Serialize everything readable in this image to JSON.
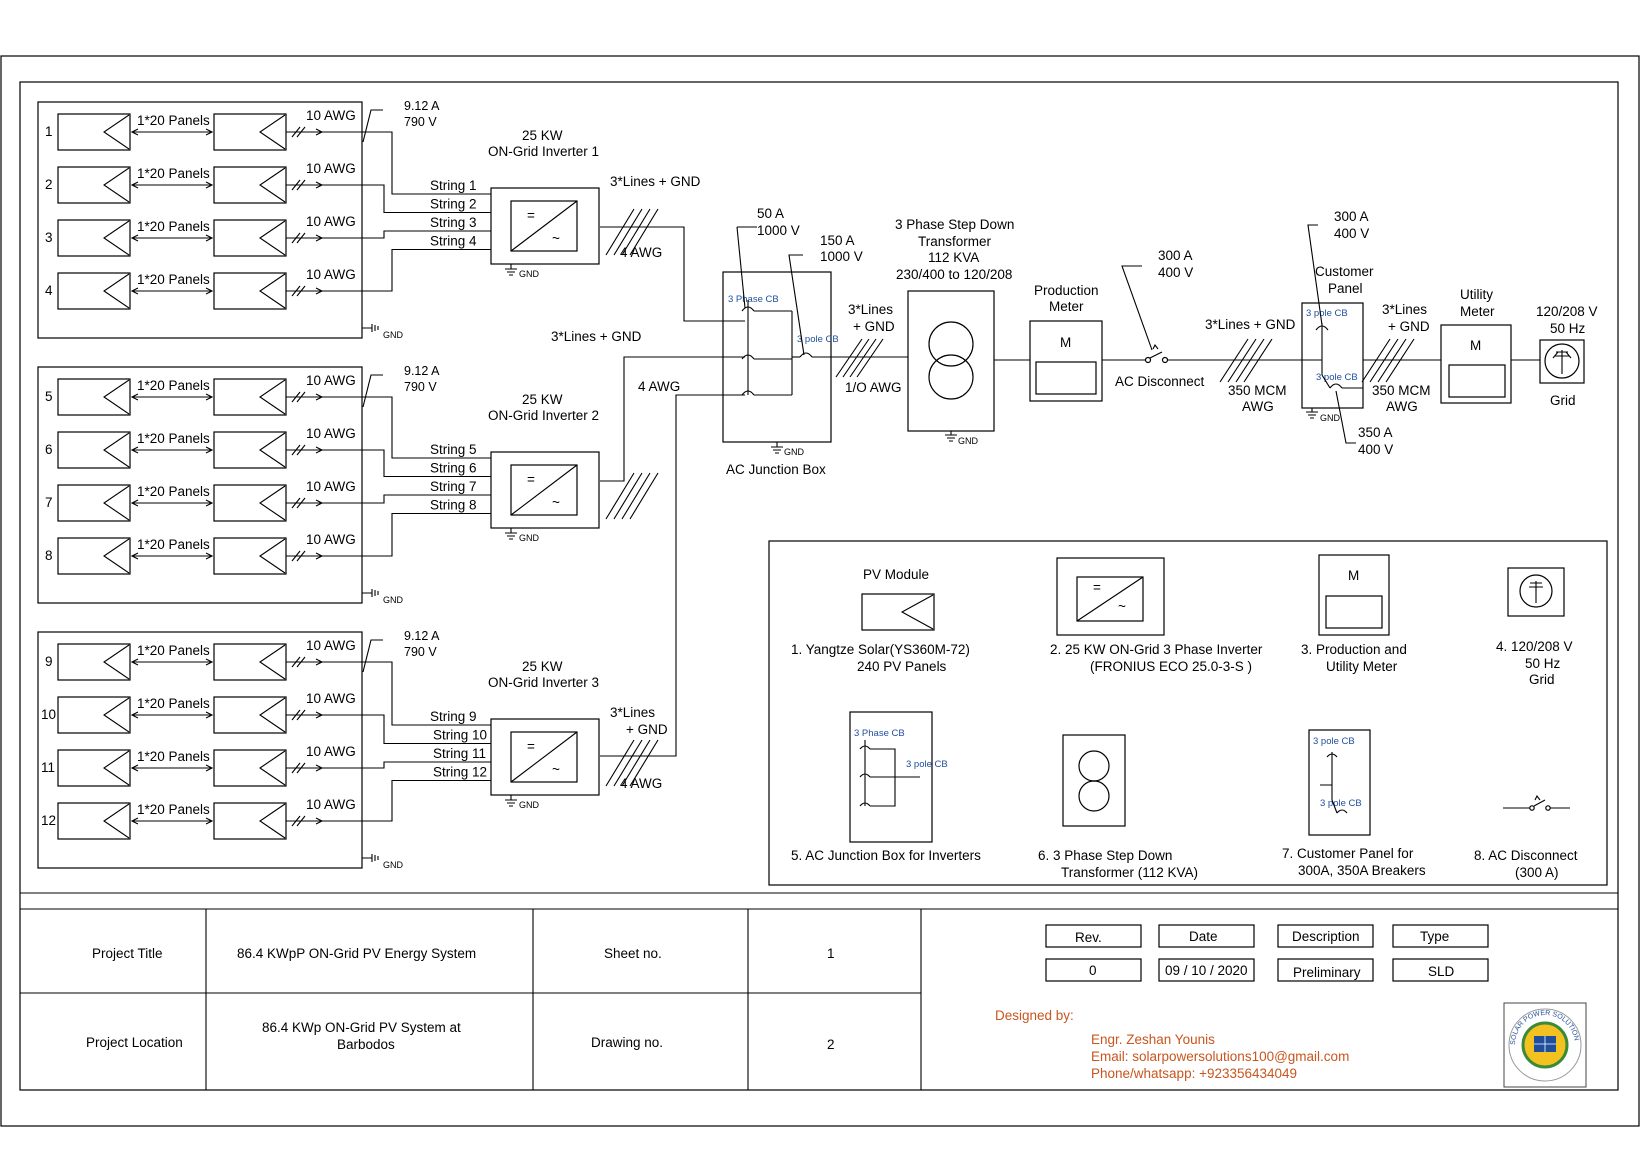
{
  "arrays": [
    {
      "strings": [
        {
          "num": "1",
          "panels": "1*20 Panels",
          "awg": "10 AWG",
          "label": "String 1"
        },
        {
          "num": "2",
          "panels": "1*20 Panels",
          "awg": "10 AWG",
          "label": "String 2"
        },
        {
          "num": "3",
          "panels": "1*20 Panels",
          "awg": "10 AWG",
          "label": "String 3"
        },
        {
          "num": "4",
          "panels": "1*20 Panels",
          "awg": "10 AWG",
          "label": "String 4"
        }
      ],
      "current": "9.12 A",
      "voltage": "790 V",
      "inverter_kw": "25 KW",
      "inverter_name": "ON-Grid Inverter 1",
      "out_lines": "3*Lines + GND",
      "out_lines_2": "",
      "out_awg": "4 AWG"
    },
    {
      "strings": [
        {
          "num": "5",
          "panels": "1*20 Panels",
          "awg": "10 AWG",
          "label": "String 5"
        },
        {
          "num": "6",
          "panels": "1*20 Panels",
          "awg": "10 AWG",
          "label": "String 6"
        },
        {
          "num": "7",
          "panels": "1*20 Panels",
          "awg": "10 AWG",
          "label": "String 7"
        },
        {
          "num": "8",
          "panels": "1*20 Panels",
          "awg": "10 AWG",
          "label": "String 8"
        }
      ],
      "current": "9.12 A",
      "voltage": "790 V",
      "inverter_kw": "25 KW",
      "inverter_name": "ON-Grid Inverter 2",
      "out_lines": "3*Lines + GND",
      "out_lines_2": "",
      "out_awg": "4 AWG"
    },
    {
      "strings": [
        {
          "num": "9",
          "panels": "1*20 Panels",
          "awg": "10 AWG",
          "label": "String 9"
        },
        {
          "num": "10",
          "panels": "1*20 Panels",
          "awg": "10 AWG",
          "label": "String 10"
        },
        {
          "num": "11",
          "panels": "1*20 Panels",
          "awg": "10 AWG",
          "label": "String 11"
        },
        {
          "num": "12",
          "panels": "1*20 Panels",
          "awg": "10 AWG",
          "label": "String 12"
        }
      ],
      "current": "9.12 A",
      "voltage": "790 V",
      "inverter_kw": "25 KW",
      "inverter_name": "ON-Grid Inverter 3",
      "out_lines": "3*Lines",
      "out_lines_2": "+ GND",
      "out_awg": "4 AWG"
    }
  ],
  "gnd": "GND",
  "inverter_symbols": {
    "dc": "=",
    "ac": "~"
  },
  "junction_box": {
    "label": "AC Junction Box",
    "in_cb": "3 Phase CB",
    "out_cb": "3 pole CB",
    "in_rating_a": "50 A",
    "in_rating_v": "1000 V",
    "out_rating_a": "150 A",
    "out_rating_v": "1000 V"
  },
  "feeder_jb_tx": {
    "lines": "3*Lines",
    "lines_2": "+ GND",
    "awg": "1/O AWG"
  },
  "transformer": {
    "l1": "3 Phase Step Down",
    "l2": "Transformer",
    "l3": "112 KVA",
    "l4": "230/400 to 120/208"
  },
  "production_meter": {
    "l1": "Production",
    "l2": "Meter",
    "symbol": "M"
  },
  "ac_disconnect": {
    "rating_a": "300 A",
    "rating_v": "400 V",
    "label": "AC Disconnect"
  },
  "feeder_disc_panel": {
    "lines": "3*Lines + GND",
    "cable": "350 MCM",
    "awg": "AWG"
  },
  "customer_panel": {
    "l1": "Customer",
    "l2": "Panel",
    "cb_top": "3 pole CB",
    "cb_bottom": "3 pole CB",
    "top_rating_a": "300 A",
    "top_rating_v": "400 V",
    "bottom_rating_a": "350 A",
    "bottom_rating_v": "400 V"
  },
  "feeder_panel_util": {
    "lines": "3*Lines",
    "lines_2": "+ GND",
    "cable": "350 MCM",
    "awg": "AWG"
  },
  "utility_meter": {
    "l1": "Utility",
    "l2": "Meter",
    "symbol": "M"
  },
  "grid": {
    "l1": "120/208 V",
    "l2": "50 Hz",
    "label": "Grid"
  },
  "legend": {
    "pv_title": "PV Module",
    "item1_l1": "1.   Yangtze Solar(YS360M-72)",
    "item1_l2": "240 PV Panels",
    "item2_l1": "2.   25 KW ON-Grid 3 Phase Inverter",
    "item2_l2": "(FRONIUS ECO 25.0-3-S )",
    "item3_l1": "3.   Production and",
    "item3_l2": "Utility Meter",
    "item4_l1": "4.   120/208 V",
    "item4_l2": "50 Hz",
    "item4_l3": "Grid",
    "item5": "5.   AC Junction Box for Inverters",
    "item6_l1": "6.   3 Phase Step Down",
    "item6_l2": "Transformer (112 KVA)",
    "item7_l1": "7.   Customer Panel for",
    "item7_l2": "300A, 350A Breakers",
    "item8_l1": "8.   AC Disconnect",
    "item8_l2": "(300 A)",
    "jb_cb1": "3 Phase CB",
    "jb_cb2": "3 pole CB",
    "cp_cb1": "3 pole CB",
    "cp_cb2": "3 pole CB",
    "meter_symbol": "M"
  },
  "title_block": {
    "project_title_label": "Project Title",
    "project_title": "86.4 KWpP ON-Grid PV Energy System",
    "sheet_label": "Sheet no.",
    "sheet_no": "1",
    "location_label": "Project Location",
    "location_l1": "86.4 KWp ON-Grid PV System at",
    "location_l2": "Barbodos",
    "drawing_label": "Drawing no.",
    "drawing_no": "2",
    "rev_header": "Rev.",
    "date_header": "Date",
    "desc_header": "Description",
    "type_header": "Type",
    "rev": "0",
    "date": "09 / 10 / 2020",
    "description": "Preliminary",
    "type": "SLD",
    "designed_by": "Designed by:",
    "designer": "Engr. Zeshan Younis",
    "email": "Email: solarpowersolutions100@gmail.com",
    "phone": "Phone/whatsapp: +923356434049",
    "logo_text": "SOLAR POWER SOLUTION"
  },
  "colors": {
    "annotation_blue": "#1f4e9c",
    "designer_orange": "#c8561e"
  }
}
